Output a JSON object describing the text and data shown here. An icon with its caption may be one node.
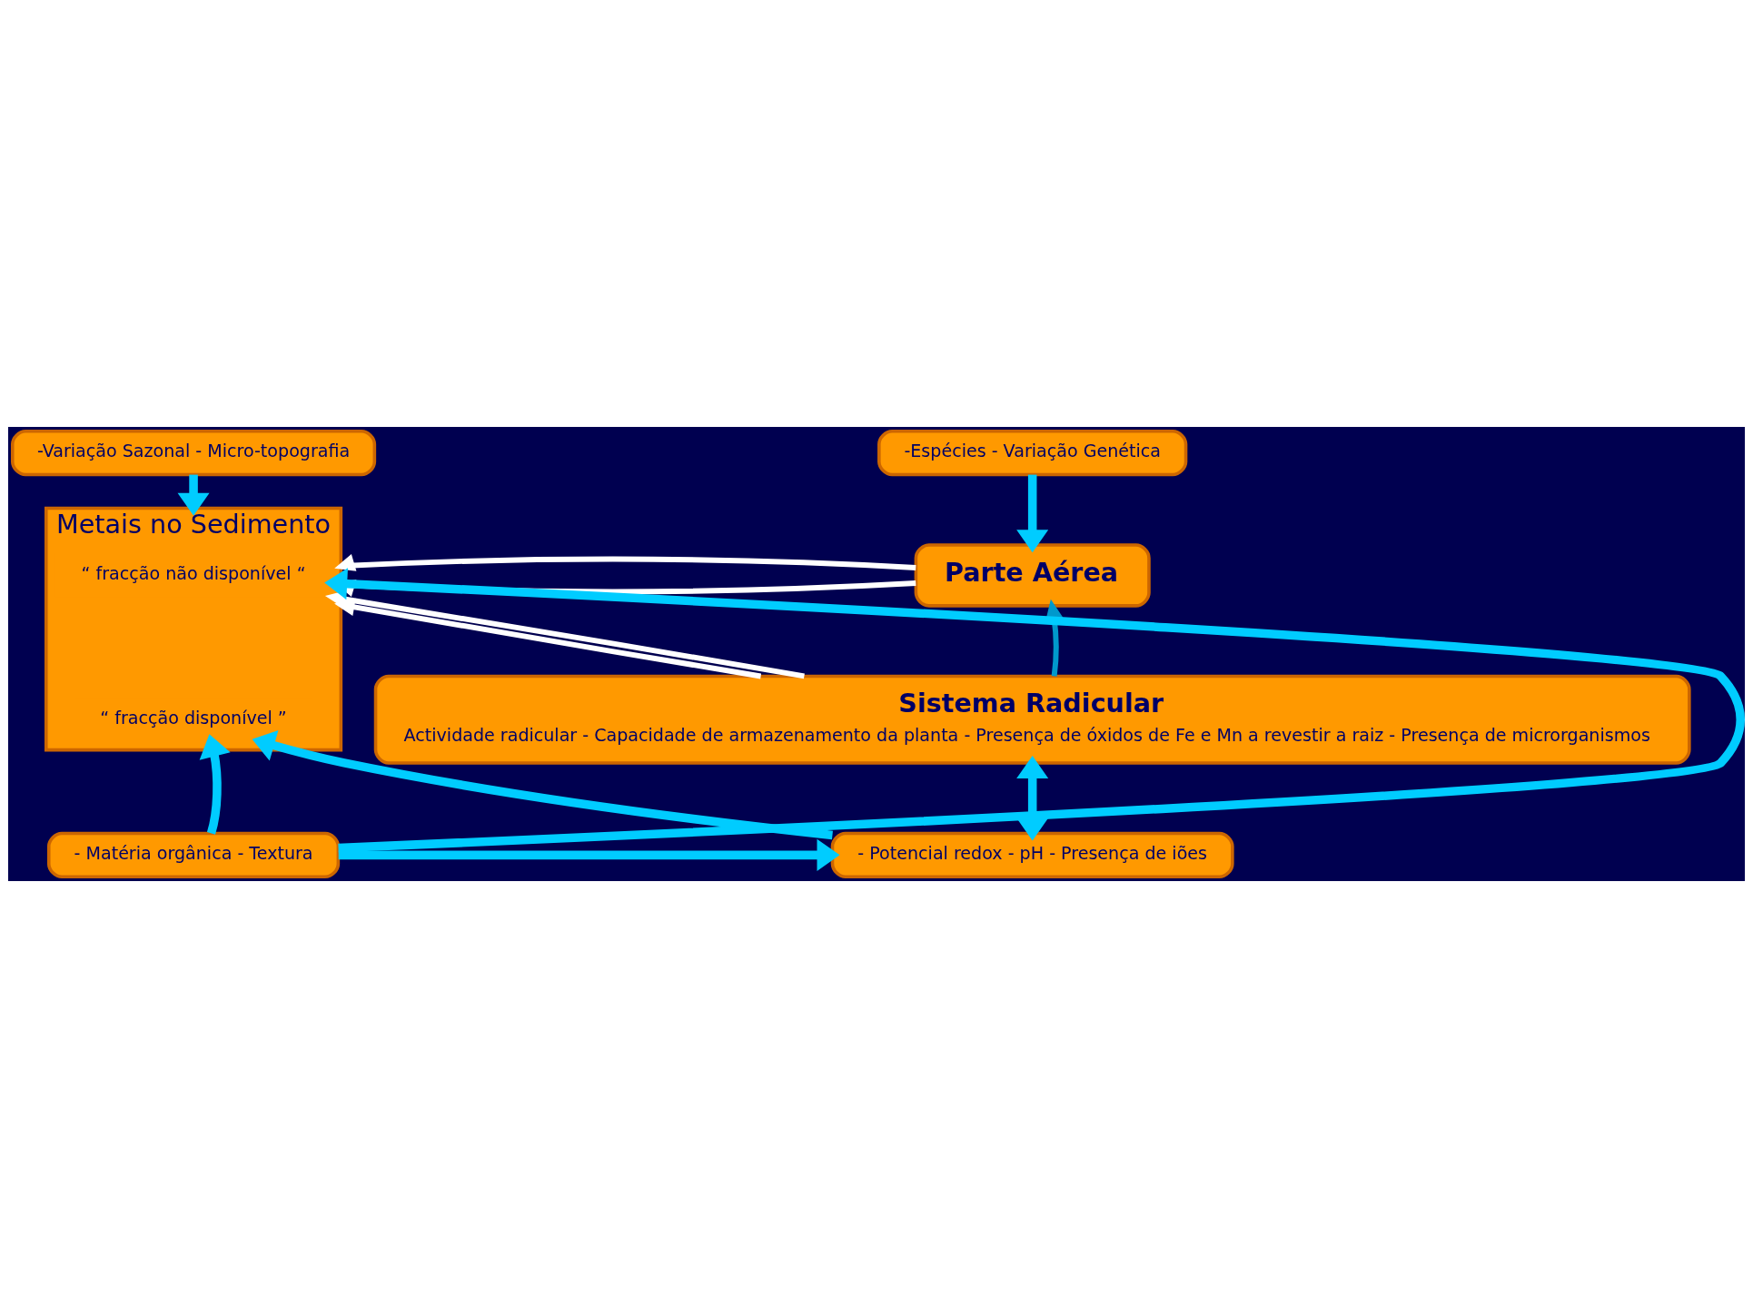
{
  "diagram": {
    "nodes": [
      {
        "text": [
          "-Variação Sazonal - Micro-topografia"
        ]
      },
      {
        "text": [
          "-Espécies - Variação Genética"
        ]
      },
      {
        "text": [
          "Metais no Sedimento"
        ]
      },
      {
        "text": [
          "“ fracção não disponível “"
        ],
        "in": 2
      },
      {
        "text": [
          "“ fracção disponível ”"
        ],
        "in": 2
      },
      {
        "text": [
          "Parte Aérea"
        ]
      },
      {
        "text": [
          "Sistema Radicular",
          "Actividade radicular - Capacidade de armazenamento da planta - Presença de óxidos de Fe e Mn a revestir a raiz - Presença de microrganismos"
        ]
      },
      {
        "text": [
          "- Matéria orgânica - Textura"
        ]
      },
      {
        "text": [
          "- Potencial redox - pH - Presença de iões"
        ]
      }
    ],
    "edges": [
      {
        "from": 0,
        "to": 2,
        "arrow": "to"
      },
      {
        "from": 1,
        "to": 5,
        "arrow": "to"
      },
      {
        "from": 5,
        "to": 2,
        "arrow": "to",
        "color": "#ffffff"
      },
      {
        "from": 5,
        "to": 2,
        "arrow": "to",
        "color": "#ffffff"
      },
      {
        "from": 6,
        "to": 2,
        "arrow": "to",
        "color": "#ffffff"
      },
      {
        "from": 6,
        "to": 3,
        "arrow": "to",
        "color": "#ffffff"
      },
      {
        "from": 6,
        "to": 5,
        "arrow": "to",
        "color": "#0099cc"
      },
      {
        "from": 7,
        "to": 3,
        "arrow": "to"
      },
      {
        "from": 7,
        "to": 4,
        "arrow": "to"
      },
      {
        "from": 7,
        "to": 8,
        "arrow": "to"
      },
      {
        "from": 8,
        "to": 4,
        "arrow": "to"
      },
      {
        "from": 6,
        "to": 8,
        "arrow": "both"
      }
    ]
  }
}
